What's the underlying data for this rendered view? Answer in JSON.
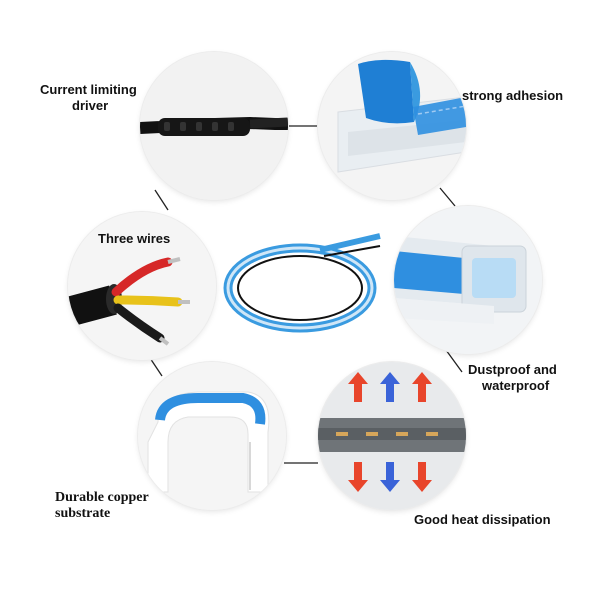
{
  "features": {
    "current_limiting_driver": {
      "line1": "Current limiting",
      "line2": "driver"
    },
    "strong_adhesion": {
      "text": "strong adhesion"
    },
    "three_wires": {
      "text": "Three wires"
    },
    "dustproof_waterproof": {
      "line1": "Dustproof and",
      "line2": "waterproof"
    },
    "durable_copper_substrate": {
      "line1": "Durable copper",
      "line2": "substrate"
    },
    "good_heat_dissipation": {
      "text": "Good heat dissipation"
    }
  },
  "colors": {
    "strip_blue": "#3a9be0",
    "tape_blue": "#2f8fe0",
    "wire_red": "#d62828",
    "wire_yellow": "#e8c21a",
    "wire_black": "#1a1a1a",
    "arrow_red": "#e8452b",
    "arrow_blue": "#3a63d8"
  }
}
